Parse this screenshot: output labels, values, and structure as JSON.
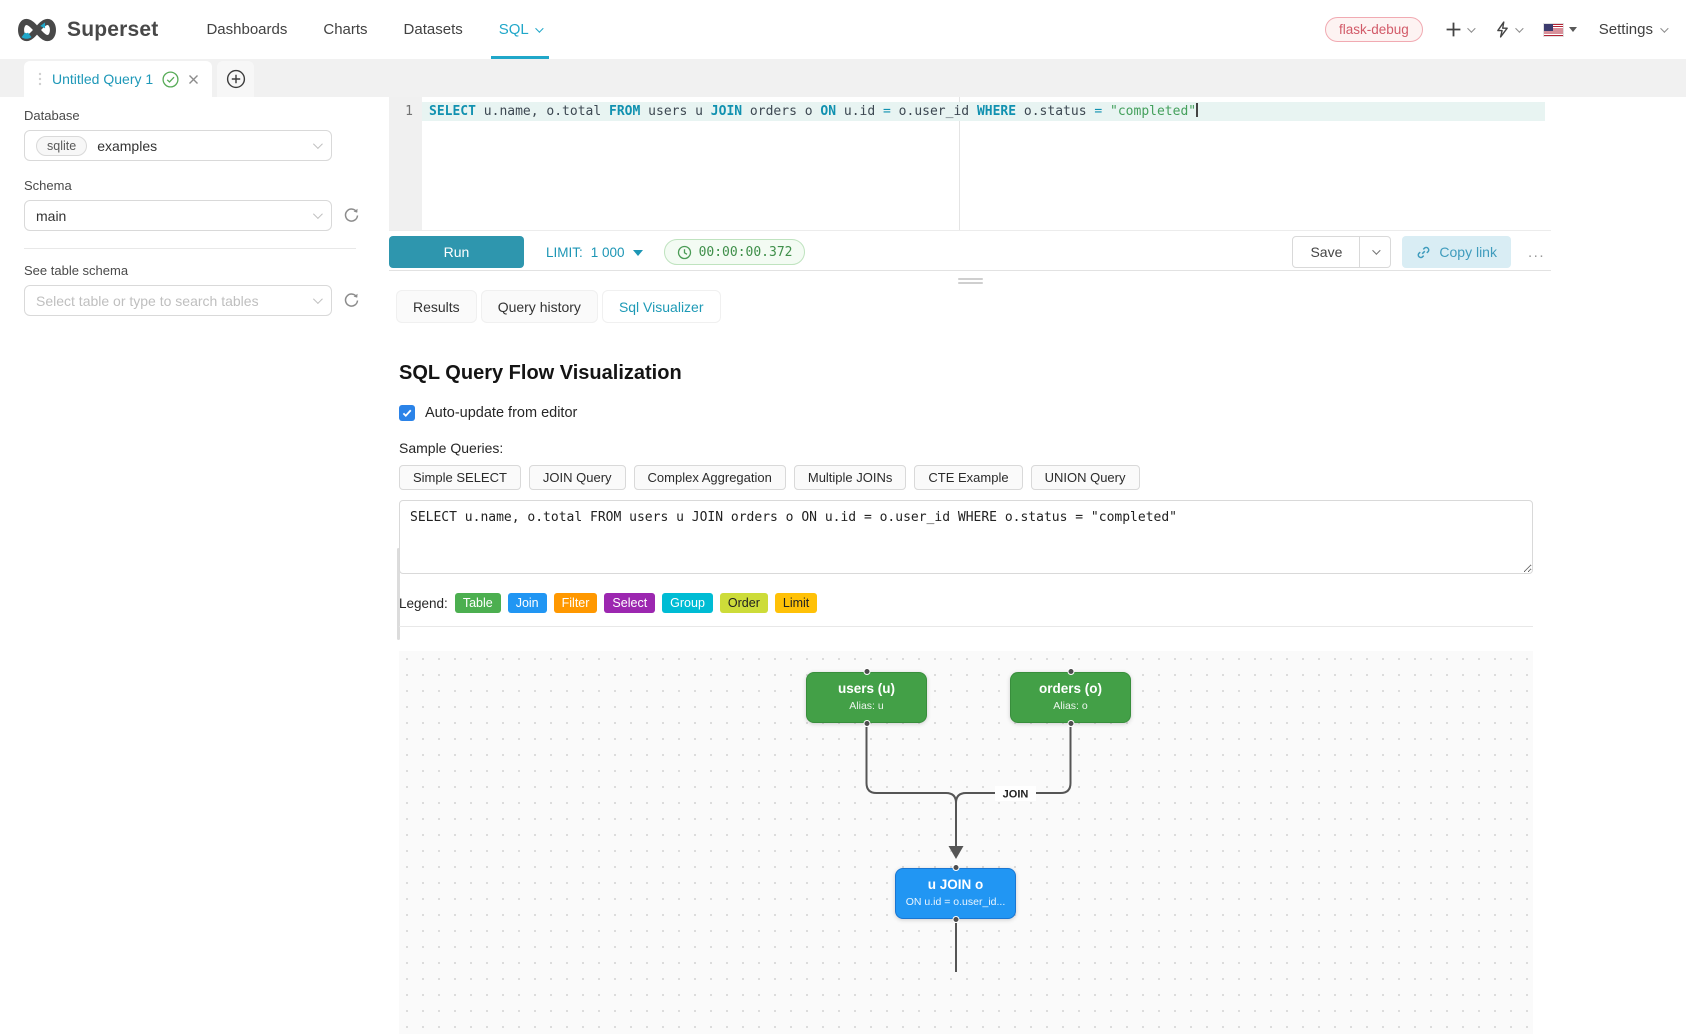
{
  "navbar": {
    "brand": "Superset",
    "items": [
      {
        "label": "Dashboards",
        "active": false
      },
      {
        "label": "Charts",
        "active": false
      },
      {
        "label": "Datasets",
        "active": false
      },
      {
        "label": "SQL",
        "active": true
      }
    ],
    "environment_tag": "flask-debug",
    "settings_label": "Settings",
    "accent_color": "#20A7C9"
  },
  "tab_strip": {
    "active_tab_label": "Untitled Query 1"
  },
  "sidebar": {
    "database_label": "Database",
    "database_engine_tag": "sqlite",
    "database_value": "examples",
    "schema_label": "Schema",
    "schema_value": "main",
    "table_label": "See table schema",
    "table_placeholder": "Select table or type to search tables"
  },
  "editor": {
    "line_number": "1",
    "tokens": {
      "k1": "SELECT",
      "p1": " u.name, o.total ",
      "k2": "FROM",
      "p2": " users u ",
      "k3": "JOIN",
      "p3": " orders o ",
      "k4": "ON",
      "p4": " u.id ",
      "o1": "=",
      "p5": " o.user_id ",
      "k5": "WHERE",
      "p6": " o.status ",
      "o2": "=",
      "p7": " ",
      "s1": "\"completed\""
    }
  },
  "toolbar": {
    "run_label": "Run",
    "limit_label": "LIMIT:",
    "limit_value": "1 000",
    "timer": "00:00:00.372",
    "save_label": "Save",
    "copy_link_label": "Copy link",
    "more_label": "..."
  },
  "south_tabs": {
    "tabs": [
      {
        "label": "Results",
        "active": false
      },
      {
        "label": "Query history",
        "active": false
      },
      {
        "label": "Sql Visualizer",
        "active": true
      }
    ]
  },
  "visualizer": {
    "title": "SQL Query Flow Visualization",
    "auto_update_label": "Auto-update from editor",
    "auto_update_checked": true,
    "sample_queries_label": "Sample Queries:",
    "sample_buttons": [
      "Simple SELECT",
      "JOIN Query",
      "Complex Aggregation",
      "Multiple JOINs",
      "CTE Example",
      "UNION Query"
    ],
    "query_text": "SELECT u.name, o.total FROM users u JOIN orders o ON u.id = o.user_id WHERE o.status = \"completed\"",
    "legend_label": "Legend:",
    "legend_items": [
      {
        "label": "Table",
        "color": "#4CAF50"
      },
      {
        "label": "Join",
        "color": "#2196F3"
      },
      {
        "label": "Filter",
        "color": "#FF9800"
      },
      {
        "label": "Select",
        "color": "#9C27B0"
      },
      {
        "label": "Group",
        "color": "#00BCD4"
      },
      {
        "label": "Order",
        "color": "#CDDC39"
      },
      {
        "label": "Limit",
        "color": "#FFC107"
      }
    ],
    "flow": {
      "nodes": [
        {
          "title": "users (u)",
          "subtitle": "Alias: u",
          "type": "table",
          "color": "#43A047"
        },
        {
          "title": "orders (o)",
          "subtitle": "Alias: o",
          "type": "table",
          "color": "#43A047"
        },
        {
          "title": "u JOIN o",
          "subtitle": "ON u.id = o.user_id...",
          "type": "join",
          "color": "#2196F3"
        }
      ],
      "edge_label": "JOIN"
    }
  }
}
